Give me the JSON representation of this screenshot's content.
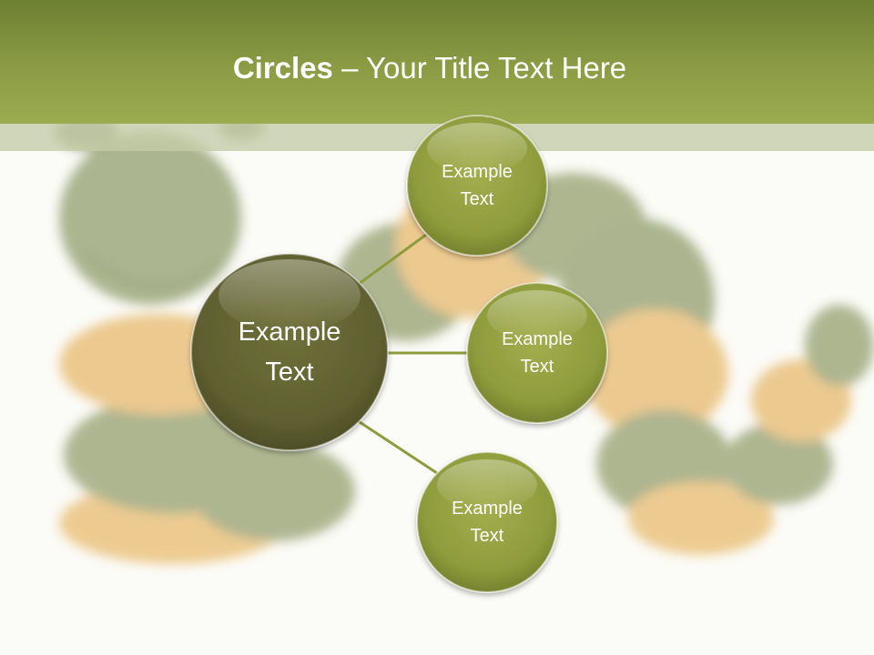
{
  "title": {
    "bold": "Circles",
    "rest": " – Your Title Text Here"
  },
  "diagram": {
    "center": {
      "line1": "Example",
      "line2": "Text"
    },
    "satellites": [
      {
        "line1": "Example",
        "line2": "Text"
      },
      {
        "line1": "Example",
        "line2": "Text"
      },
      {
        "line1": "Example",
        "line2": "Text"
      }
    ]
  },
  "colors": {
    "header": "#8b9c44",
    "center_circle": "#626334",
    "satellite_circle": "#8f9c3c",
    "connector": "#8f9c3c"
  }
}
